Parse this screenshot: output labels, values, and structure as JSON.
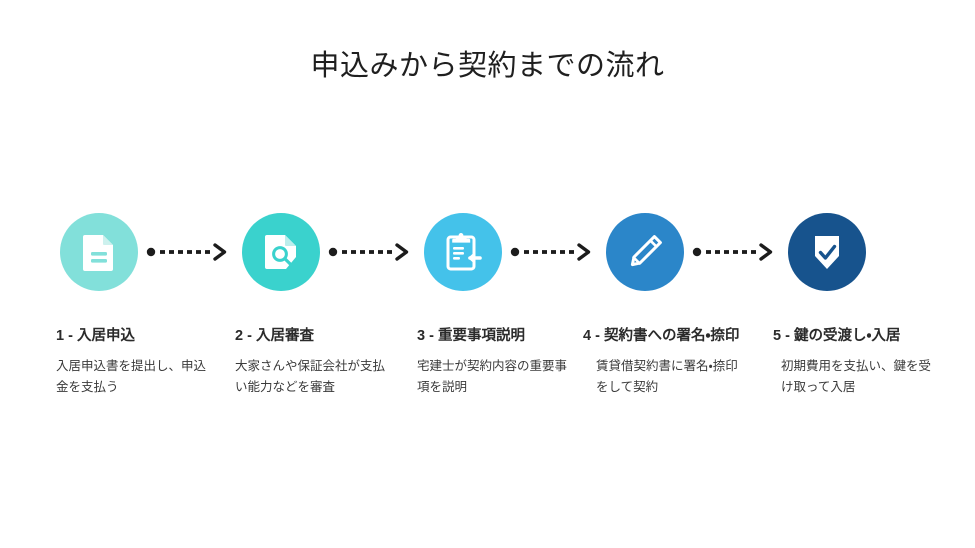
{
  "slide": {
    "title": "申込みから契約までの流れ",
    "background_color": "#ffffff"
  },
  "colors": {
    "step1_circle": "#82e0da",
    "step2_circle": "#3ad2cd",
    "step3_circle": "#44c2ea",
    "step4_circle": "#2b86c9",
    "step5_circle": "#17538d",
    "icon_fill": "#ffffff",
    "connector": "#1c1c1c",
    "heading_text": "#2b2b2b",
    "body_text": "#3a3a3a",
    "title_text": "#1f1f1f"
  },
  "connector": {
    "icon": "dotted-arrow-right-icon",
    "count": 4
  },
  "steps": [
    {
      "number": "1",
      "heading": "1 - 入居申込",
      "description": "入居申込書を提出し、申込金を支払う",
      "icon": "document-icon",
      "circle_color": "#82e0da"
    },
    {
      "number": "2",
      "heading": "2 - 入居審査",
      "description": "大家さんや保証会社が支払い能力などを審査",
      "icon": "document-search-icon",
      "circle_color": "#3ad2cd"
    },
    {
      "number": "3",
      "heading": "3 - 重要事項説明",
      "description": "宅建士が契約内容の重要事項を説明",
      "icon": "clipboard-arrow-icon",
      "circle_color": "#44c2ea"
    },
    {
      "number": "4",
      "heading": "4 - 契約書への署名・捺印",
      "description": "賃貸借契約書に署名・捺印をして契約",
      "icon": "pencil-icon",
      "circle_color": "#2b86c9"
    },
    {
      "number": "5",
      "heading": "5 - 鍵の受渡し・入居",
      "description": "初期費用を支払い、鍵を受け取って入居",
      "icon": "shield-check-icon",
      "circle_color": "#17538d"
    }
  ]
}
